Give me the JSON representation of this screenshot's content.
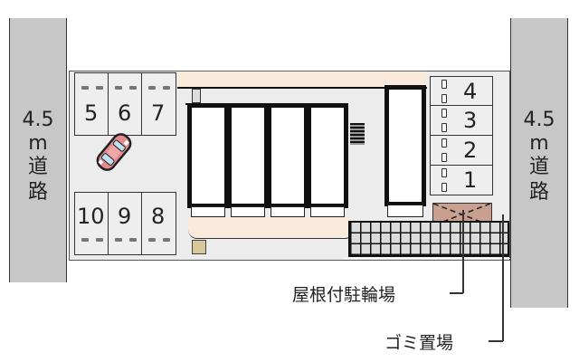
{
  "roads": {
    "left": {
      "width_label": "4.5",
      "unit_label": "m",
      "name_chars": [
        "道",
        "路"
      ]
    },
    "right": {
      "width_label": "4.5",
      "unit_label": "m",
      "name_chars": [
        "道",
        "路"
      ]
    }
  },
  "parking": {
    "left_top": [
      {
        "number": "5"
      },
      {
        "number": "6"
      },
      {
        "number": "7"
      }
    ],
    "left_bottom": [
      {
        "number": "10"
      },
      {
        "number": "9"
      },
      {
        "number": "8"
      }
    ],
    "right": [
      {
        "number": "4"
      },
      {
        "number": "3"
      },
      {
        "number": "2"
      },
      {
        "number": "1"
      }
    ]
  },
  "car": {
    "color": "#e58a8f",
    "icon": "car-icon"
  },
  "legend": {
    "bicycle_parking": "屋根付駐輪場",
    "garbage_area": "ゴミ置場"
  },
  "colors": {
    "road": "#c7c7c7",
    "lot": "#ececec",
    "planting": "#f9eadb",
    "garbage": "#c9a090",
    "building_wall": "#111111"
  }
}
